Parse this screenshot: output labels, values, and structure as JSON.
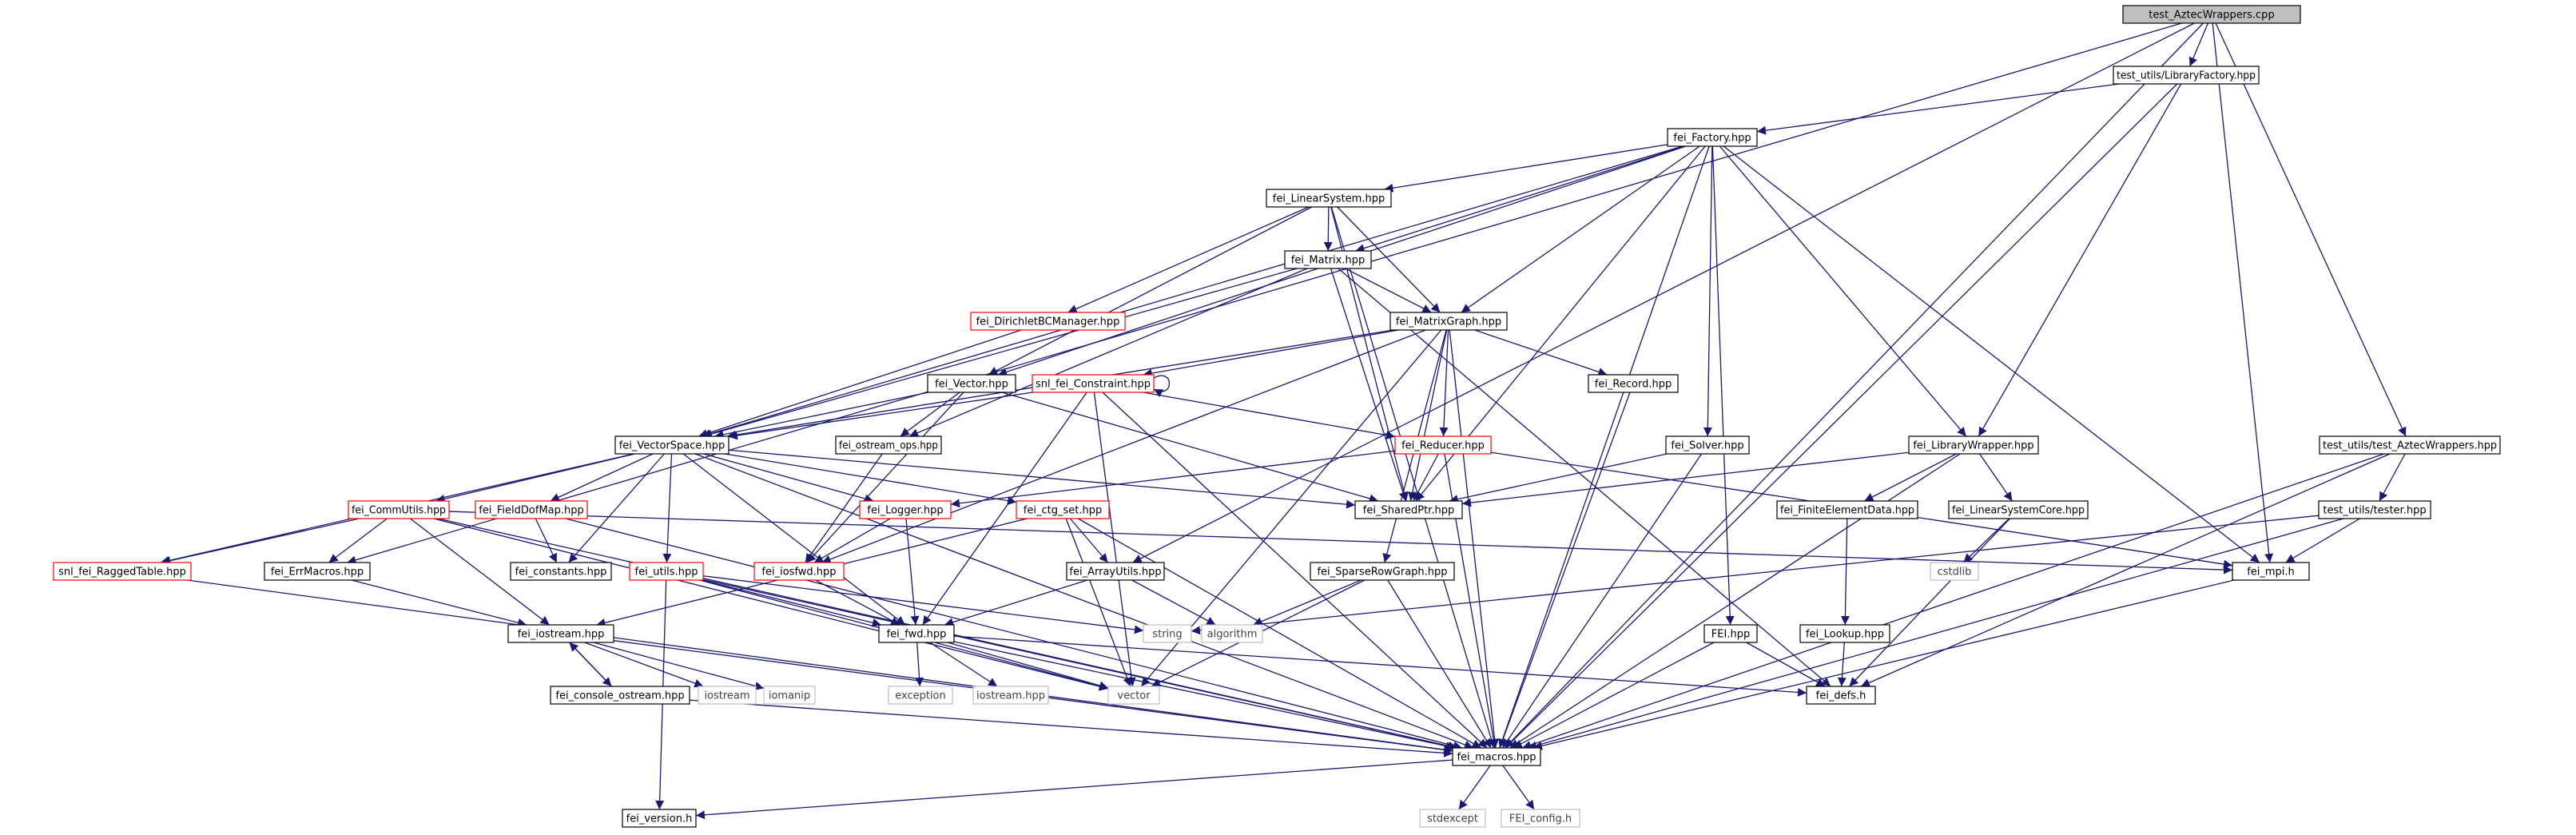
{
  "graph": {
    "root": "test_AztecWrappers.cpp",
    "nodes": [
      {
        "id": "root",
        "label": "test_AztecWrappers.cpp",
        "style": "root"
      },
      {
        "id": "libfactory",
        "label": "test_utils/LibraryFactory.hpp",
        "style": "normal"
      },
      {
        "id": "factory",
        "label": "fei_Factory.hpp",
        "style": "normal"
      },
      {
        "id": "linsys",
        "label": "fei_LinearSystem.hpp",
        "style": "normal"
      },
      {
        "id": "matrix",
        "label": "fei_Matrix.hpp",
        "style": "normal"
      },
      {
        "id": "dirichlet",
        "label": "fei_DirichletBCManager.hpp",
        "style": "truncated"
      },
      {
        "id": "mgraph",
        "label": "fei_MatrixGraph.hpp",
        "style": "normal"
      },
      {
        "id": "vector",
        "label": "fei_Vector.hpp",
        "style": "normal"
      },
      {
        "id": "constraint",
        "label": "snl_fei_Constraint.hpp",
        "style": "truncated"
      },
      {
        "id": "record",
        "label": "fei_Record.hpp",
        "style": "normal"
      },
      {
        "id": "vspace",
        "label": "fei_VectorSpace.hpp",
        "style": "normal"
      },
      {
        "id": "ostreamops",
        "label": "fei_ostream_ops.hpp",
        "style": "normal"
      },
      {
        "id": "reducer",
        "label": "fei_Reducer.hpp",
        "style": "truncated"
      },
      {
        "id": "solver",
        "label": "fei_Solver.hpp",
        "style": "normal"
      },
      {
        "id": "libwrapper",
        "label": "fei_LibraryWrapper.hpp",
        "style": "normal"
      },
      {
        "id": "testaztec",
        "label": "test_utils/test_AztecWrappers.hpp",
        "style": "normal"
      },
      {
        "id": "commutils",
        "label": "fei_CommUtils.hpp",
        "style": "truncated"
      },
      {
        "id": "fielddof",
        "label": "fei_FieldDofMap.hpp",
        "style": "truncated"
      },
      {
        "id": "logger",
        "label": "fei_Logger.hpp",
        "style": "truncated"
      },
      {
        "id": "ctgset",
        "label": "fei_ctg_set.hpp",
        "style": "truncated"
      },
      {
        "id": "sharedptr",
        "label": "fei_SharedPtr.hpp",
        "style": "normal"
      },
      {
        "id": "fedata",
        "label": "fei_FiniteElementData.hpp",
        "style": "normal"
      },
      {
        "id": "lscore",
        "label": "fei_LinearSystemCore.hpp",
        "style": "normal"
      },
      {
        "id": "tester",
        "label": "test_utils/tester.hpp",
        "style": "normal"
      },
      {
        "id": "raggedtable",
        "label": "snl_fei_RaggedTable.hpp",
        "style": "truncated"
      },
      {
        "id": "errmacros",
        "label": "fei_ErrMacros.hpp",
        "style": "normal"
      },
      {
        "id": "constants",
        "label": "fei_constants.hpp",
        "style": "normal"
      },
      {
        "id": "utils",
        "label": "fei_utils.hpp",
        "style": "truncated"
      },
      {
        "id": "iosfwd",
        "label": "fei_iosfwd.hpp",
        "style": "truncated"
      },
      {
        "id": "arrayutils",
        "label": "fei_ArrayUtils.hpp",
        "style": "normal"
      },
      {
        "id": "srgraph",
        "label": "fei_SparseRowGraph.hpp",
        "style": "normal"
      },
      {
        "id": "cstdlib",
        "label": "cstdlib",
        "style": "system"
      },
      {
        "id": "mpi",
        "label": "fei_mpi.h",
        "style": "normal"
      },
      {
        "id": "iostream_hpp",
        "label": "fei_iostream.hpp",
        "style": "normal"
      },
      {
        "id": "string",
        "label": "string",
        "style": "system"
      },
      {
        "id": "algorithm",
        "label": "algorithm",
        "style": "system"
      },
      {
        "id": "fwd",
        "label": "fei_fwd.hpp",
        "style": "normal"
      },
      {
        "id": "lookup",
        "label": "fei_Lookup.hpp",
        "style": "normal"
      },
      {
        "id": "feihpp",
        "label": "FEI.hpp",
        "style": "normal"
      },
      {
        "id": "consoleostream",
        "label": "fei_console_ostream.hpp",
        "style": "normal"
      },
      {
        "id": "iostream",
        "label": "iostream",
        "style": "system"
      },
      {
        "id": "iomanip",
        "label": "iomanip",
        "style": "system"
      },
      {
        "id": "exception",
        "label": "exception",
        "style": "system"
      },
      {
        "id": "iostreamhpp",
        "label": "iostream.hpp",
        "style": "system"
      },
      {
        "id": "vec",
        "label": "vector",
        "style": "system"
      },
      {
        "id": "defs",
        "label": "fei_defs.h",
        "style": "normal"
      },
      {
        "id": "macros",
        "label": "fei_macros.hpp",
        "style": "normal"
      },
      {
        "id": "version",
        "label": "fei_version.h",
        "style": "normal"
      },
      {
        "id": "stdexcept",
        "label": "stdexcept",
        "style": "system"
      },
      {
        "id": "config",
        "label": "FEI_config.h",
        "style": "system"
      }
    ],
    "edges": [
      [
        "root",
        "libfactory"
      ],
      [
        "root",
        "testaztec"
      ],
      [
        "root",
        "mpi"
      ],
      [
        "root",
        "macros"
      ],
      [
        "root",
        "errmacros"
      ],
      [
        "root",
        "arrayutils"
      ],
      [
        "libfactory",
        "factory"
      ],
      [
        "libfactory",
        "libwrapper"
      ],
      [
        "libfactory",
        "macros"
      ],
      [
        "factory",
        "linsys"
      ],
      [
        "factory",
        "matrix"
      ],
      [
        "factory",
        "mgraph"
      ],
      [
        "factory",
        "vector"
      ],
      [
        "factory",
        "vspace"
      ],
      [
        "factory",
        "solver"
      ],
      [
        "factory",
        "libwrapper"
      ],
      [
        "factory",
        "feihpp"
      ],
      [
        "factory",
        "mpi"
      ],
      [
        "factory",
        "macros"
      ],
      [
        "factory",
        "sharedptr"
      ],
      [
        "linsys",
        "matrix"
      ],
      [
        "linsys",
        "mgraph"
      ],
      [
        "linsys",
        "dirichlet"
      ],
      [
        "linsys",
        "vector"
      ],
      [
        "linsys",
        "sharedptr"
      ],
      [
        "linsys",
        "macros"
      ],
      [
        "matrix",
        "mgraph"
      ],
      [
        "matrix",
        "vspace"
      ],
      [
        "matrix",
        "sharedptr"
      ],
      [
        "matrix",
        "defs"
      ],
      [
        "matrix",
        "ostreamops"
      ],
      [
        "dirichlet",
        "vspace"
      ],
      [
        "mgraph",
        "vspace"
      ],
      [
        "mgraph",
        "constraint"
      ],
      [
        "mgraph",
        "record"
      ],
      [
        "mgraph",
        "reducer"
      ],
      [
        "mgraph",
        "sharedptr"
      ],
      [
        "mgraph",
        "srgraph"
      ],
      [
        "mgraph",
        "iosfwd"
      ],
      [
        "mgraph",
        "vec"
      ],
      [
        "mgraph",
        "macros"
      ],
      [
        "vector",
        "vspace"
      ],
      [
        "vector",
        "ostreamops"
      ],
      [
        "vector",
        "sharedptr"
      ],
      [
        "vector",
        "iosfwd"
      ],
      [
        "constraint",
        "constraint"
      ],
      [
        "constraint",
        "vspace"
      ],
      [
        "constraint",
        "reducer"
      ],
      [
        "constraint",
        "fwd"
      ],
      [
        "constraint",
        "vec"
      ],
      [
        "constraint",
        "macros"
      ],
      [
        "record",
        "macros"
      ],
      [
        "vspace",
        "commutils"
      ],
      [
        "vspace",
        "fielddof"
      ],
      [
        "vspace",
        "logger"
      ],
      [
        "vspace",
        "ctgset"
      ],
      [
        "vspace",
        "sharedptr"
      ],
      [
        "vspace",
        "raggedtable"
      ],
      [
        "vspace",
        "constants"
      ],
      [
        "vspace",
        "utils"
      ],
      [
        "vspace",
        "fwd"
      ],
      [
        "vspace",
        "macros"
      ],
      [
        "ostreamops",
        "iosfwd"
      ],
      [
        "reducer",
        "logger"
      ],
      [
        "reducer",
        "sharedptr"
      ],
      [
        "reducer",
        "mpi"
      ],
      [
        "reducer",
        "macros"
      ],
      [
        "solver",
        "sharedptr"
      ],
      [
        "solver",
        "macros"
      ],
      [
        "libwrapper",
        "fedata"
      ],
      [
        "libwrapper",
        "lscore"
      ],
      [
        "libwrapper",
        "sharedptr"
      ],
      [
        "libwrapper",
        "macros"
      ],
      [
        "testaztec",
        "tester"
      ],
      [
        "testaztec",
        "defs"
      ],
      [
        "testaztec",
        "macros"
      ],
      [
        "commutils",
        "raggedtable"
      ],
      [
        "commutils",
        "errmacros"
      ],
      [
        "commutils",
        "iostream_hpp"
      ],
      [
        "commutils",
        "mpi"
      ],
      [
        "commutils",
        "vec"
      ],
      [
        "commutils",
        "macros"
      ],
      [
        "fielddof",
        "constants"
      ],
      [
        "fielddof",
        "macros"
      ],
      [
        "logger",
        "iosfwd"
      ],
      [
        "logger",
        "fwd"
      ],
      [
        "ctgset",
        "arrayutils"
      ],
      [
        "ctgset",
        "iostream_hpp"
      ],
      [
        "ctgset",
        "vec"
      ],
      [
        "ctgset",
        "macros"
      ],
      [
        "raggedtable",
        "macros"
      ],
      [
        "errmacros",
        "iostream_hpp"
      ],
      [
        "utils",
        "fwd"
      ],
      [
        "utils",
        "version"
      ],
      [
        "utils",
        "string"
      ],
      [
        "utils",
        "vec"
      ],
      [
        "utils",
        "macros"
      ],
      [
        "iosfwd",
        "fwd"
      ],
      [
        "arrayutils",
        "fwd"
      ],
      [
        "arrayutils",
        "algorithm"
      ],
      [
        "srgraph",
        "vec"
      ],
      [
        "srgraph",
        "algorithm"
      ],
      [
        "srgraph",
        "macros"
      ],
      [
        "fedata",
        "lookup"
      ],
      [
        "lscore",
        "defs"
      ],
      [
        "lscore",
        "cstdlib"
      ],
      [
        "tester",
        "mpi"
      ],
      [
        "tester",
        "string"
      ],
      [
        "tester",
        "macros"
      ],
      [
        "mpi",
        "macros"
      ],
      [
        "iostream_hpp",
        "consoleostream"
      ],
      [
        "iostream_hpp",
        "iostream"
      ],
      [
        "iostream_hpp",
        "iomanip"
      ],
      [
        "iostream_hpp",
        "macros"
      ],
      [
        "consoleostream",
        "iostream_hpp"
      ],
      [
        "consoleostream",
        "macros"
      ],
      [
        "fwd",
        "exception"
      ],
      [
        "fwd",
        "iostreamhpp"
      ],
      [
        "fwd",
        "vec"
      ],
      [
        "fwd",
        "defs"
      ],
      [
        "fwd",
        "macros"
      ],
      [
        "lookup",
        "defs"
      ],
      [
        "feihpp",
        "defs"
      ],
      [
        "feihpp",
        "macros"
      ],
      [
        "macros",
        "version"
      ],
      [
        "macros",
        "stdexcept"
      ],
      [
        "macros",
        "config"
      ]
    ]
  }
}
